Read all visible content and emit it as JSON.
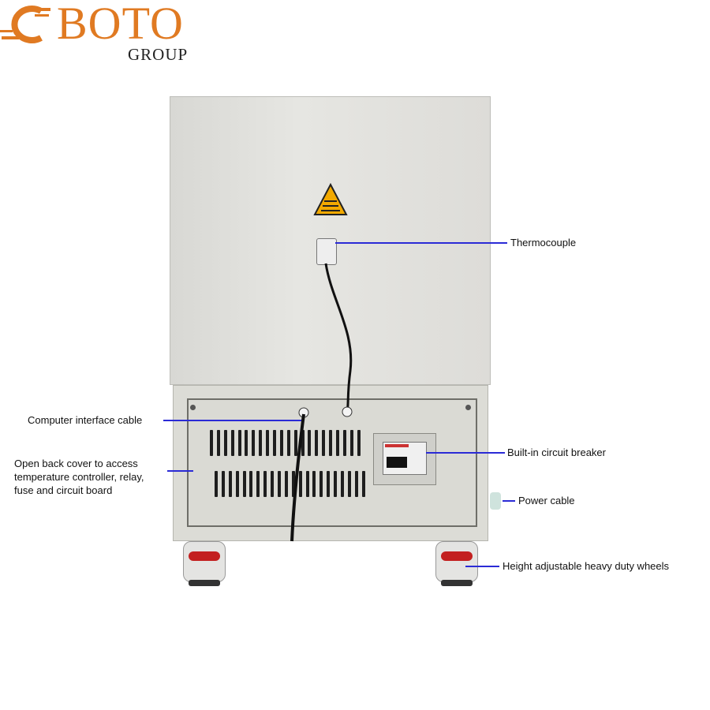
{
  "logo": {
    "brand": "BOTO",
    "sub": "GROUP",
    "color": "#e07a22"
  },
  "labels": {
    "thermocouple": "Thermocouple",
    "computer_cable": "Computer interface cable",
    "back_cover": [
      "Open back cover to access",
      "temperature controller, relay,",
      "fuse and circuit board"
    ],
    "circuit_breaker": "Built-in circuit breaker",
    "power_cable": "Power cable",
    "wheels": "Height adjustable heavy duty wheels"
  },
  "colors": {
    "leader_line": "#2b2bd6",
    "warning": "#f2a900"
  }
}
